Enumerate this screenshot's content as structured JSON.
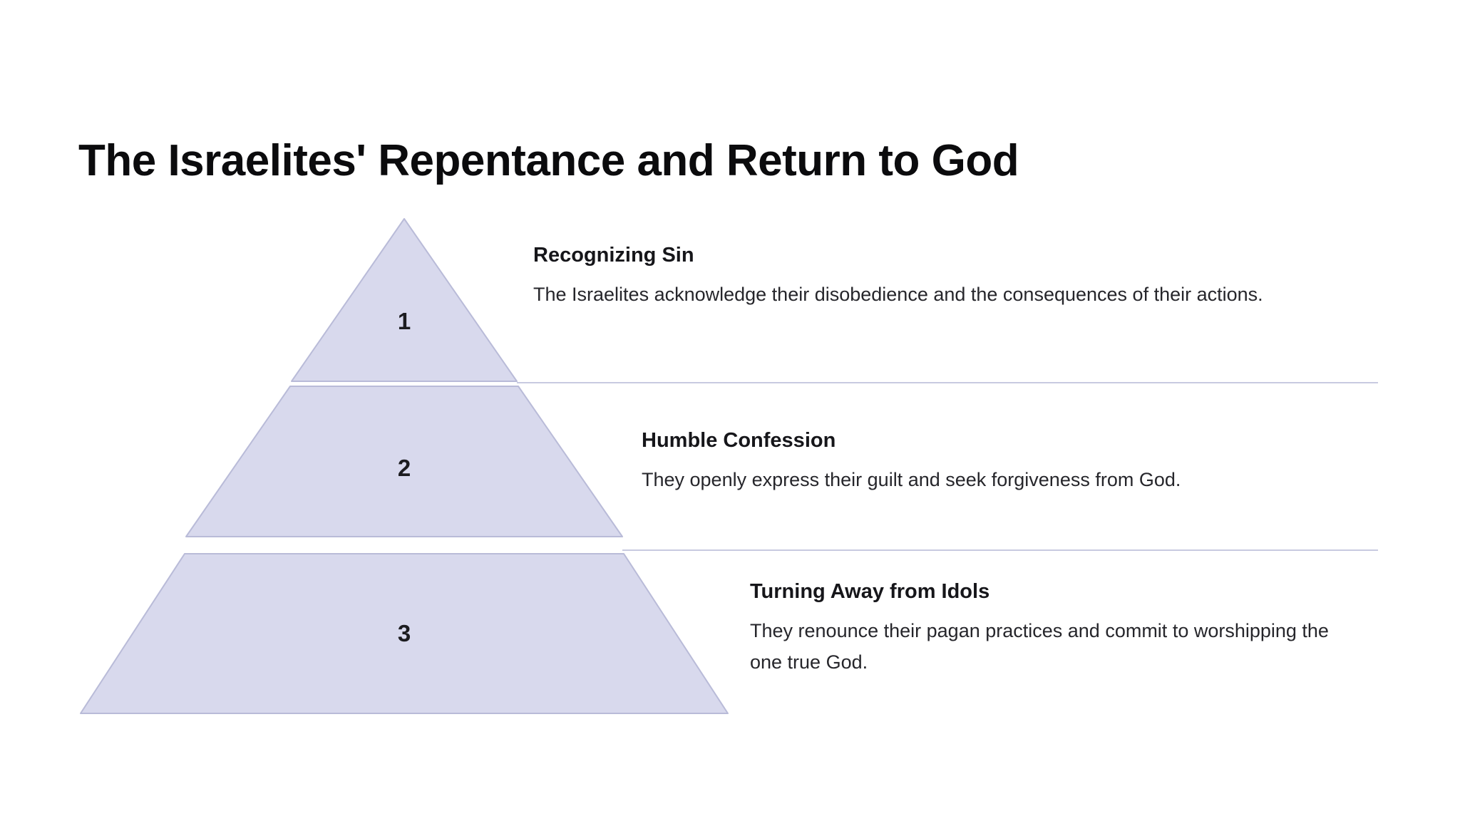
{
  "page": {
    "title": "The Israelites' Repentance and Return to God",
    "background_color": "#ffffff"
  },
  "theme": {
    "tier_fill": "#d8d9ed",
    "tier_stroke": "#b9bbd8",
    "divider_color": "#c8cae0",
    "title_color": "#0b0b0d",
    "heading_color": "#16161a",
    "body_color": "#26262b"
  },
  "chart_data": {
    "type": "pyramid",
    "title": "The Israelites' Repentance and Return to God",
    "orientation": "apex-up",
    "tier_count": 3,
    "legend": "none",
    "tiers": [
      {
        "number": "1",
        "heading": "Recognizing Sin",
        "description": "The Israelites acknowledge their disobedience and the consequences of their actions."
      },
      {
        "number": "2",
        "heading": "Humble Confession",
        "description": "They openly express their guilt and seek forgiveness from God."
      },
      {
        "number": "3",
        "heading": "Turning Away from Idols",
        "description": "They renounce their pagan practices and commit to worshipping the one true God."
      }
    ]
  }
}
